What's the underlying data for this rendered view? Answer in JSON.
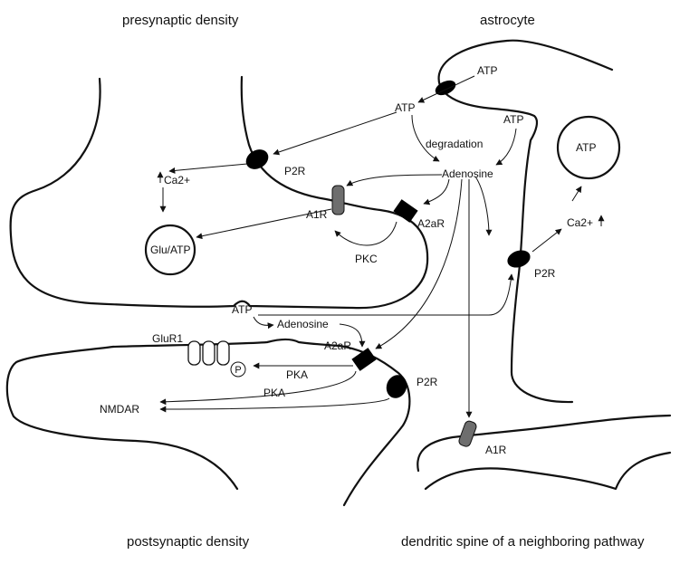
{
  "titles": {
    "presynaptic": "presynaptic density",
    "astrocyte": "astrocyte",
    "postsynaptic": "postsynaptic density",
    "neighbor": "dendritic spine of a neighboring pathway"
  },
  "labels": {
    "atp_astro": "ATP",
    "atp_released": "ATP",
    "atp_astro_right": "ATP",
    "degradation": "degradation",
    "adenosine_top": "Adenosine",
    "p2r_pre": "P2R",
    "ca2_pre": "Ca2+",
    "a1r_pre": "A1R",
    "a2ar_pre": "A2aR",
    "glu_atp": "Glu/ATP",
    "pkc": "PKC",
    "atp_vesicle_astro": "ATP",
    "ca2_astro": "Ca2+",
    "p2r_astro": "P2R",
    "atp_cleft": "ATP",
    "adenosine_cleft": "Adenosine",
    "glur1": "GluR1",
    "a2ar_post": "A2aR",
    "phospho": "P",
    "pka_upper": "PKA",
    "pka_lower": "PKA",
    "p2r_post": "P2R",
    "nmdar": "NMDAR",
    "a1r_neighbor": "A1R"
  },
  "colors": {
    "line": "#111111",
    "receptor_black": "#000000",
    "receptor_grey": "#6e6e6e"
  }
}
